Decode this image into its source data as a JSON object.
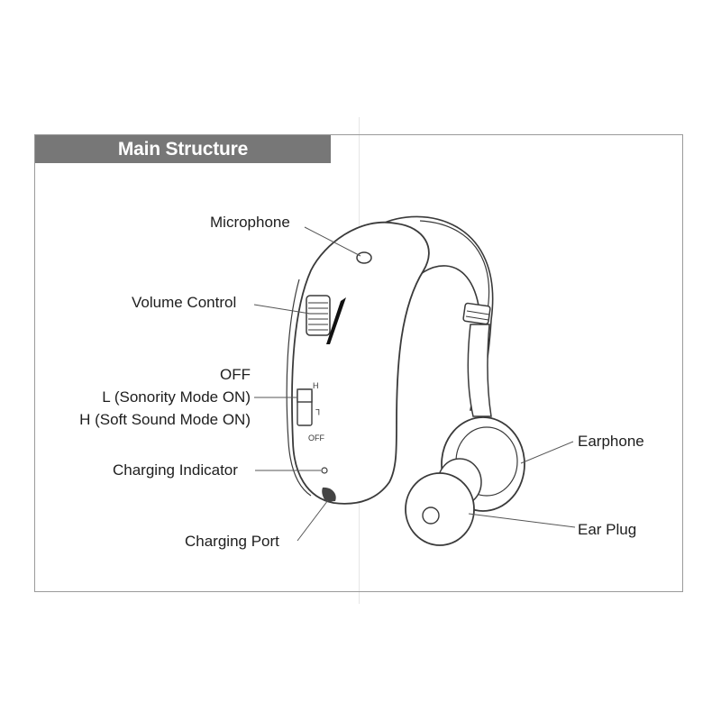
{
  "title": "Main Structure",
  "labels": {
    "microphone": "Microphone",
    "volume_control": "Volume Control",
    "switch_off": "OFF",
    "switch_l": "L (Sonority Mode ON)",
    "switch_h": "H (Soft Sound Mode ON)",
    "charging_indicator": "Charging Indicator",
    "charging_port": "Charging Port",
    "earphone": "Earphone",
    "ear_plug": "Ear Plug"
  },
  "switch_marks": {
    "h": "H",
    "l": "L",
    "off": "OFF"
  }
}
